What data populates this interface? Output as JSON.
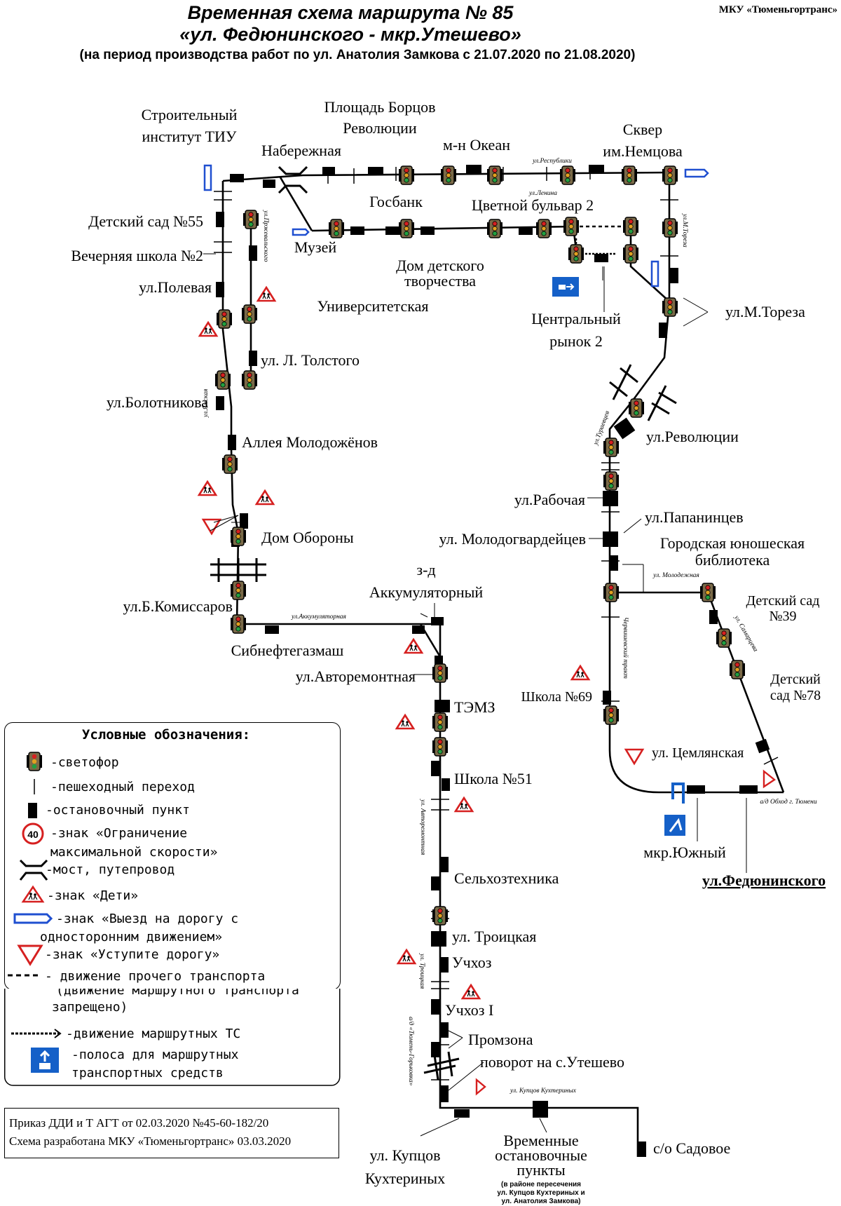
{
  "header": {
    "title_line1": "Временная схема маршрута № 85",
    "title_line2": "«ул. Федюнинского - мкр.Утешево»",
    "subtitle": "(на период производства работ по ул. Анатолия Замкова с 21.07.2020 по 21.08.2020)",
    "organization": "МКУ «Тюменьгортранс»"
  },
  "stops": {
    "stroitelny_line1": "Строительный",
    "stroitelny_line2": "институт ТИУ",
    "naberezhnaya": "Набережная",
    "ploshchad_line1": "Площадь Борцов",
    "ploshchad_line2": "Революции",
    "okean": "м-н Океан",
    "skver_line1": "Сквер",
    "skver_line2": "им.Немцова",
    "detsad55": "Детский сад №55",
    "vechernyaya": "Вечерняя школа №2",
    "polevaya": "ул.Полевая",
    "gosbank": "Госбанк",
    "tsvetnoy": "Цветной бульвар 2",
    "muzey": "Музей",
    "ddt_line1": "Дом детского",
    "ddt_line2": "творчества",
    "universitetskaya": "Университетская",
    "tsentralny_line1": "Центральный",
    "tsentralny_line2": "рынок 2",
    "toreza": "ул.М.Тореза",
    "tolstogo": "ул. Л. Толстого",
    "bolotnikova": "ул.Болотникова",
    "alleya": "Аллея Молодожёнов",
    "revolyutsii": "ул.Революции",
    "dom_oborony": "Дом Обороны",
    "rabochaya": "ул.Рабочая",
    "papanintsev": "ул.Папанинцев",
    "molodogvardeytsev": "ул. Молодогвардейцев",
    "biblioteka_line1": "Городская юношеская",
    "biblioteka_line2": "библиотека",
    "akkum_line1": "з-д",
    "akkum_line2": "Аккумуляторный",
    "komissarov": "ул.Б.Комиссаров",
    "detsad39_line1": "Детский сад",
    "detsad39_line2": "№39",
    "sibneft": "Сибнефтегазмаш",
    "avtoremontnaya": "ул.Авторемонтная",
    "detsad78_line1": "Детский",
    "detsad78_line2": "сад №78",
    "shkola69": "Школа №69",
    "temz": "ТЭМЗ",
    "tsemlyanskaya": "ул. Цемлянская",
    "shkola51": "Школа №51",
    "yuzhny": "мкр.Южный",
    "fedyuninskogo": "ул.Федюнинского",
    "selkhoz": "Сельхозтехника",
    "troitskaya": "ул. Троицкая",
    "uchkhoz": "Учхоз",
    "uchkhoz1": "Учхоз I",
    "promzona": "Промзона",
    "povorot": "поворот на с.Утешево",
    "kuptsov_line1": "ул. Купцов",
    "kuptsov_line2": "Кухтериных",
    "vremennye_line1": "Временные",
    "vremennye_line2": "остановочные",
    "vremennye_line3": "пункты",
    "vremennye_note1": "(в районе пересечения",
    "vremennye_note2": "ул. Купцов Кухтериных и",
    "vremennye_note3": "ул. Анатолия Замкова)",
    "sadovoe": "с/о Садовое"
  },
  "streets": {
    "respubliki": "ул.Республики",
    "lenina": "ул.Ленина",
    "pirogova": "ул.Пржевальского",
    "toreza": "ул.М.Тореза",
    "tryasovina": "ул.Тураевцев",
    "yamskaya": "ул.Ямская",
    "molodezhnaya": "ул. Молодежная",
    "chervishevsky": "Червишевский тракт",
    "samarskaya": "ул. Самарцева",
    "akkumulyatornaya": "ул.Аккумуляторная",
    "obkhod": "а/д Обход г. Тюмени",
    "aviremontnaya": "ул. Авторемонтная",
    "troitskaya": "ул. Троицкая",
    "tyumen_gorkovka": "а/д «Тюмень-Горьковка»",
    "kuptsov": "ул. Купцов Кухтериных"
  },
  "legend": {
    "title": "Условные обозначения:",
    "items": [
      {
        "icon": "traffic-light-icon",
        "text": "-светофор"
      },
      {
        "icon": "crosswalk-icon",
        "text": "-пешеходный переход"
      },
      {
        "icon": "bus-stop-icon",
        "text": "-остановочный пункт"
      },
      {
        "icon": "speed-limit-icon",
        "speed_value": "40",
        "text": "-знак «Ограничение",
        "text2": "максимальной скорости»"
      },
      {
        "icon": "bridge-icon",
        "text": "-мост, путепровод"
      },
      {
        "icon": "children-sign-icon",
        "text": "-знак «Дети»"
      },
      {
        "icon": "one-way-exit-icon",
        "text": "-знак «Выезд на дорогу с",
        "text2": "односторонним движением»"
      },
      {
        "icon": "yield-sign-icon",
        "text": "-знак «Уступите дорогу»"
      },
      {
        "icon": "dashed-line-icon",
        "text": "- движение прочего транспорта",
        "text2": "(движение маршрутного транспорта",
        "text3": "запрещено)"
      },
      {
        "icon": "arrow-line-icon",
        "text": "-движение маршрутных ТС"
      },
      {
        "icon": "bus-lane-icon",
        "text": "-полоса для маршрутных",
        "text2": "транспортных средств"
      }
    ]
  },
  "footer": {
    "order_line1": "Приказ ДДИ и Т АГТ от 02.03.2020 №45-60-182/20",
    "order_line2": "Схема разработана МКУ «Тюменьгортранс» 03.03.2020"
  },
  "colors": {
    "route": "#000000",
    "sign_red": "#d62020",
    "one_way_blue": "#1f4fd0",
    "bus_lane_blue": "#1560c8",
    "traffic_light_body": "#6b5a3a"
  }
}
